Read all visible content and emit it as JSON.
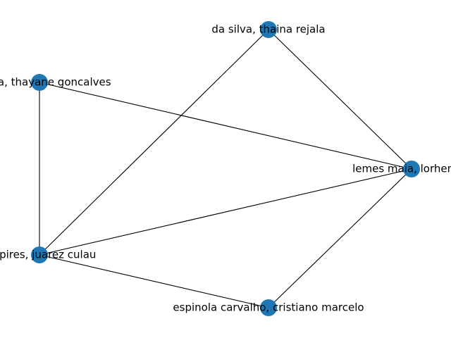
{
  "graph": {
    "node_color": "#1f77b4",
    "edge_color": "#000000",
    "nodes": [
      {
        "id": "n1",
        "label": "da silva, thaina rejala"
      },
      {
        "id": "n2",
        "label": "batista, thayane goncalves"
      },
      {
        "id": "n3",
        "label": "lemes maia, lorhenn b"
      },
      {
        "id": "n4",
        "label": "da pires, juarez culau"
      },
      {
        "id": "n5",
        "label": "espinola carvalho, cristiano marcelo"
      }
    ],
    "edges": [
      [
        "n1",
        "n3"
      ],
      [
        "n1",
        "n4"
      ],
      [
        "n2",
        "n3"
      ],
      [
        "n2",
        "n4"
      ],
      [
        "n4",
        "n3"
      ],
      [
        "n4",
        "n5"
      ],
      [
        "n5",
        "n3"
      ]
    ]
  }
}
